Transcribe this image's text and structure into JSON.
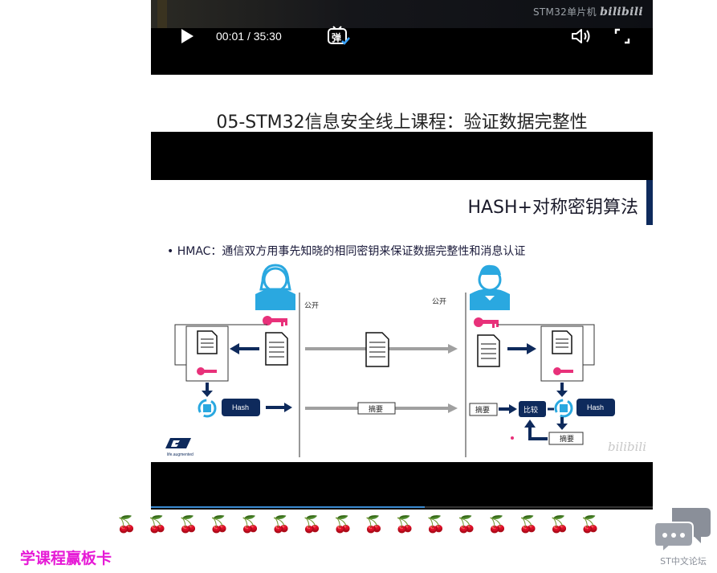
{
  "player": {
    "watermark_text": "STM32单片机",
    "watermark_logo": "bilibili",
    "current_time": "00:01",
    "separator": "/",
    "duration": "35:30",
    "danmaku_label": "弹",
    "progress_fraction": 0.545
  },
  "video": {
    "title": "05-STM32信息安全线上课程：验证数据完整性"
  },
  "slide": {
    "title": "HASH+对称密钥算法",
    "bullet": "• HMAC：通信双方用事先知晓的相同密钥来保证数据完整性和消息认证",
    "public_left": "公开",
    "public_right": "公开",
    "hash_left": "Hash",
    "hash_right": "Hash",
    "digest_center": "摘要",
    "digest_right": "摘要",
    "digest_bottom": "摘要",
    "compare": "比较",
    "logo_text": "life.augmented",
    "watermark": "bilibili"
  },
  "decor": {
    "cherry_count": 16,
    "cherry_glyph": "🍒"
  },
  "promo": {
    "text": "学课程赢板卡"
  },
  "forum": {
    "label": "ST中文论坛",
    "color": "#8a8f99"
  },
  "colors": {
    "accent_pink": "#e61ad6",
    "key_pink": "#e8317a",
    "navy": "#0e2a5c",
    "progress": "#3a8ad0"
  }
}
